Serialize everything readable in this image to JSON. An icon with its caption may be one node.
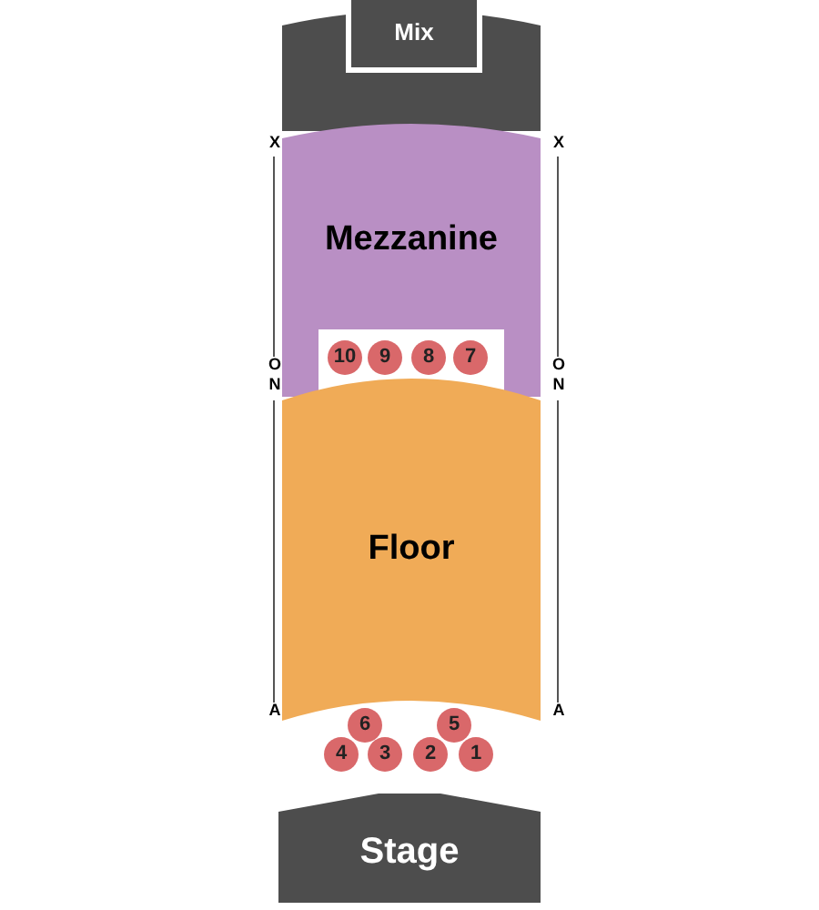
{
  "diagram": {
    "nodes": [
      {
        "text": [],
        "shape": "box"
      },
      {
        "text": [
          "Mix"
        ],
        "in": 0
      },
      {
        "text": [
          "Mezzanine"
        ]
      },
      {
        "text": [
          "10"
        ],
        "in": 2
      },
      {
        "text": [
          "9"
        ],
        "in": 2
      },
      {
        "text": [
          "8"
        ],
        "in": 2
      },
      {
        "text": [
          "7"
        ],
        "in": 2
      },
      {
        "text": [
          "Floor"
        ]
      },
      {
        "text": [
          "6"
        ]
      },
      {
        "text": [
          "5"
        ]
      },
      {
        "text": [
          "4"
        ]
      },
      {
        "text": [
          "3"
        ]
      },
      {
        "text": [
          "2"
        ]
      },
      {
        "text": [
          "1"
        ]
      },
      {
        "text": [
          "Stage"
        ]
      }
    ],
    "labels": [
      "X",
      "X",
      "O",
      "O",
      "N",
      "N",
      "A",
      "A"
    ]
  }
}
